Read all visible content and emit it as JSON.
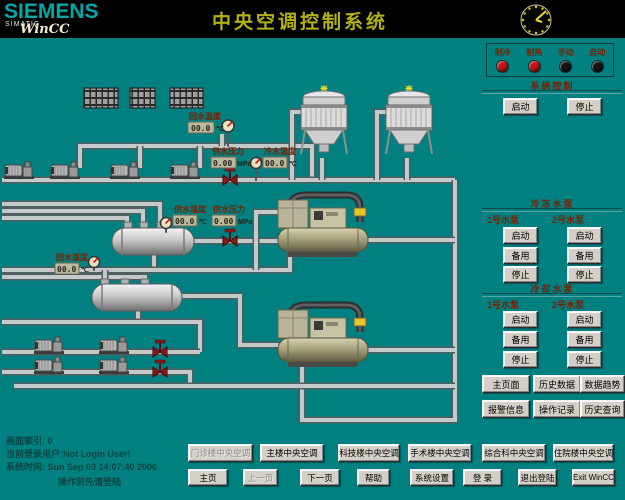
{
  "header": {
    "brand": "SIEMENS",
    "brand_sub": "SIMATIC",
    "brand_product": "WinCC",
    "title": "中央空调控制系统"
  },
  "leds": {
    "items": [
      {
        "label": "制冷",
        "color": "#c41414"
      },
      {
        "label": "制热",
        "color": "#c41414"
      },
      {
        "label": "手动",
        "color": "#161616"
      },
      {
        "label": "自动",
        "color": "#161616"
      }
    ]
  },
  "panel": {
    "system": {
      "title": "系统控制",
      "start": "启动",
      "stop": "停止"
    },
    "chilled": {
      "title": "冷冻水泵",
      "pump1": "1号水泵",
      "pump2": "2号水泵",
      "actions": [
        "启动",
        "备用",
        "停止"
      ]
    },
    "cooling": {
      "title": "冷却水泵",
      "pump1": "1号水泵",
      "pump2": "2号水泵",
      "actions": [
        "启动",
        "备用",
        "停止"
      ]
    },
    "nav": [
      [
        "主页面",
        "历史数据",
        "数据趋势"
      ],
      [
        "报警信息",
        "操作记录",
        "历史查询"
      ]
    ]
  },
  "diagram": {
    "sensors": [
      {
        "name": "回水温度",
        "value": "00.0",
        "unit": "℃"
      },
      {
        "name": "供水压力",
        "value": "0.00",
        "unit": "MPa"
      },
      {
        "name": "冷水温度",
        "value": "00.0",
        "unit": "℃"
      },
      {
        "name": "供水温度",
        "value": "00.0",
        "unit": "℃"
      },
      {
        "name": "供水压力",
        "value": "0.00",
        "unit": "MPa"
      },
      {
        "name": "回水温度",
        "value": "00.0",
        "unit": "℃"
      }
    ]
  },
  "status": {
    "screen_index": "画面索引: 0",
    "current_user": "当前登录用户:Not Login User!",
    "system_time": "系统时间: Sun Sep 03 14:07:40 2006",
    "login_hint": "操作前先请登陆"
  },
  "bottom": {
    "buildings": [
      {
        "label": "门诊楼中央空调",
        "disabled": true
      },
      {
        "label": "主楼中央空调",
        "disabled": false
      },
      {
        "label": "科技楼中央空调",
        "disabled": false
      },
      {
        "label": "手术楼中央空调",
        "disabled": false
      },
      {
        "label": "综合科中央空调",
        "disabled": false
      },
      {
        "label": "住院楼中央空调",
        "disabled": false
      }
    ],
    "nav": [
      {
        "label": "主页",
        "disabled": false
      },
      {
        "label": "上一页",
        "disabled": true
      },
      {
        "label": "下一页",
        "disabled": false
      },
      {
        "label": "帮助",
        "disabled": false
      },
      {
        "label": "系统设置",
        "disabled": false
      },
      {
        "label": "登 录",
        "disabled": false
      },
      {
        "label": "退出登陆",
        "disabled": false
      },
      {
        "label": "Exit WinCC",
        "disabled": false
      }
    ]
  }
}
